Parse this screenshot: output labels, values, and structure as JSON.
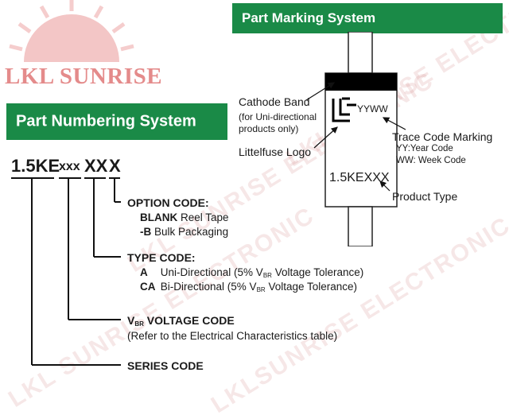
{
  "watermark": {
    "logo_text": "LKL SUNRISE",
    "repeat": [
      "LKL SUNRISE ELECTRONIC",
      "LKLSUNRISE ELECTRONIC",
      "LKL SUNRISE ELECTRONIC",
      "LKLSUNRISE ELECTRONIC LKL"
    ]
  },
  "colors": {
    "banner_green": "#1a8a47",
    "logo_pink": "#e48b8b",
    "band_black": "#000000"
  },
  "marking": {
    "title": "Part Marking System",
    "cathode_band": "Cathode Band",
    "cathode_note_1": "(for Uni-directional",
    "cathode_note_2": "products only)",
    "logo_label": "Littelfuse Logo",
    "yyww": "YYWW",
    "trace_title": "Trace Code Marking",
    "trace_yy": "YY:Year Code",
    "trace_ww": "WW: Week Code",
    "part_text": "1.5KEXXX",
    "product_type": "Product Type"
  },
  "numbering": {
    "title": "Part Numbering System",
    "code_series": "1.5KE",
    "code_voltage": "xxx",
    "code_type": "XX",
    "code_option": "X",
    "option_title": "OPTION CODE:",
    "option_blank_key": "BLANK",
    "option_blank_val": "Reel Tape",
    "option_b_key": "-B",
    "option_b_val": "Bulk Packaging",
    "type_title": "TYPE CODE:",
    "type_a_key": "A",
    "type_a_val_1": "Uni-Directional (5% V",
    "type_a_sub": "BR",
    "type_a_val_2": " Voltage Tolerance)",
    "type_ca_key": "CA",
    "type_ca_val_1": "Bi-Directional (5% V",
    "type_ca_sub": "BR",
    "type_ca_val_2": " Voltage Tolerance)",
    "voltage_v": "V",
    "voltage_sub": "BR",
    "voltage_title": " VOLTAGE CODE",
    "voltage_note": "(Refer to the Electrical Characteristics table)",
    "series_title": "SERIES CODE"
  }
}
